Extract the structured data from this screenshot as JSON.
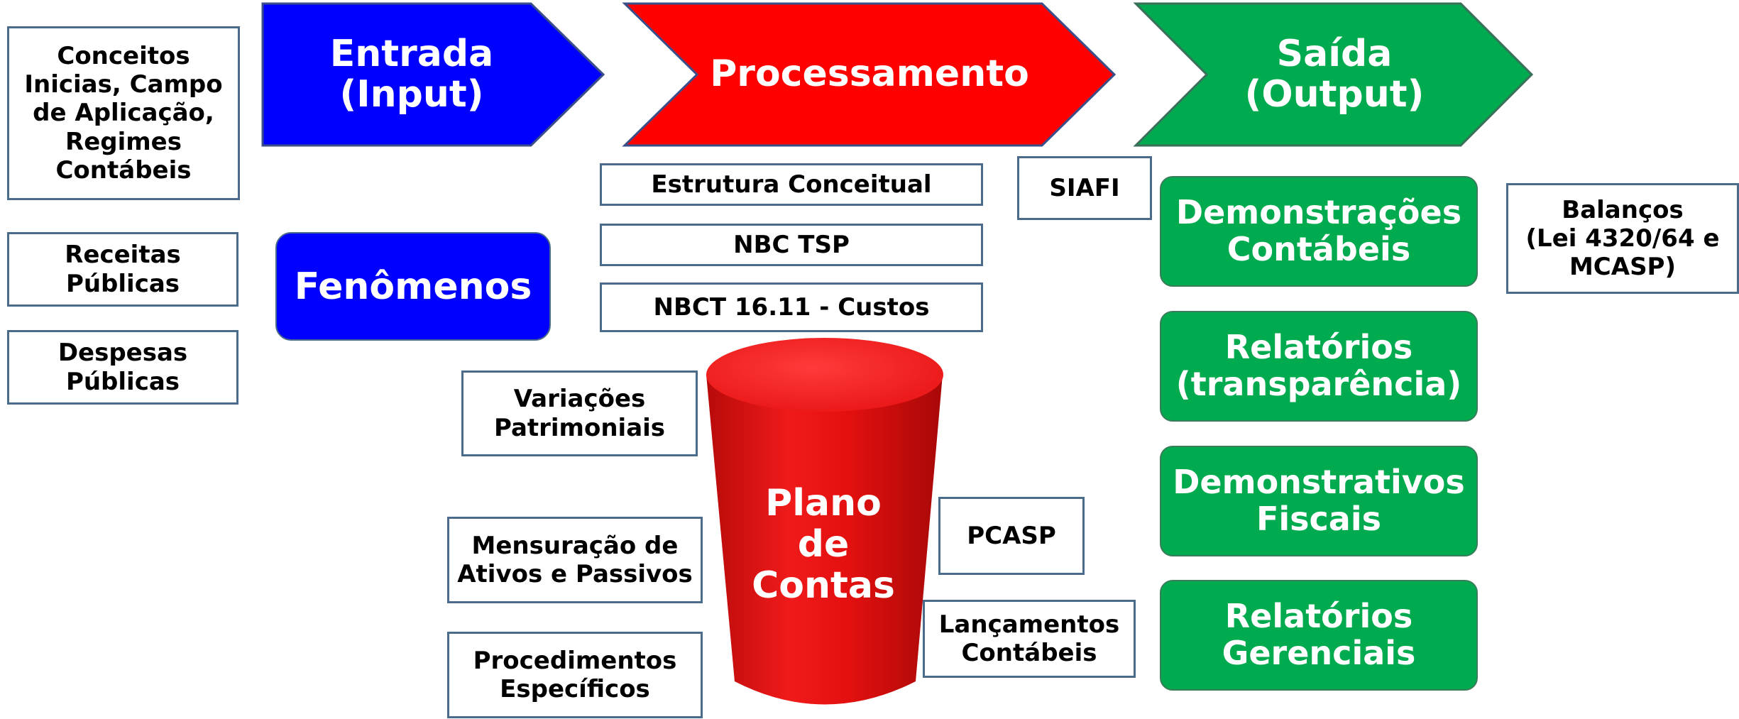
{
  "arrows": {
    "entrada": {
      "label": "Entrada\n(Input)",
      "color": "#0000ff"
    },
    "processamento": {
      "label": "Processamento",
      "color": "#ff0000"
    },
    "saida": {
      "label": "Saída\n(Output)",
      "color": "#00aa4f"
    }
  },
  "left_boxes": {
    "conceitos": "Conceitos\nInicias, Campo\nde Aplicação,\nRegimes\nContábeis",
    "receitas": "Receitas\nPúblicas",
    "despesas": "Despesas\nPúblicas"
  },
  "fenomenos": {
    "label": "Fenômenos",
    "color": "#0000ff"
  },
  "process_boxes": {
    "estrutura": "Estrutura Conceitual",
    "nbc_tsp": "NBC TSP",
    "nbct": "NBCT 16.11 - Custos",
    "siafi": "SIAFI"
  },
  "cylinder": {
    "label": "Plano\nde\nContas",
    "color": "#e3100f"
  },
  "around_cylinder": {
    "variacoes": "Variações\nPatrimoniais",
    "mensuracao": "Mensuração de\nAtivos e Passivos",
    "procedimentos": "Procedimentos\nEspecíficos",
    "pcasp": "PCASP",
    "lancamentos": "Lançamentos\nContábeis"
  },
  "outputs": {
    "demonstracoes": "Demonstrações\nContábeis",
    "relatorios_transp": "Relatórios\n(transparência)",
    "demonstrativos": "Demonstrativos\nFiscais",
    "relatorios_ger": "Relatórios\nGerenciais",
    "balancos": "Balanços\n(Lei 4320/64 e\nMCASP)"
  },
  "colors": {
    "green": "#00aa4f",
    "blue": "#0000ff",
    "red": "#ff0000",
    "border": "#4a6b8a"
  }
}
